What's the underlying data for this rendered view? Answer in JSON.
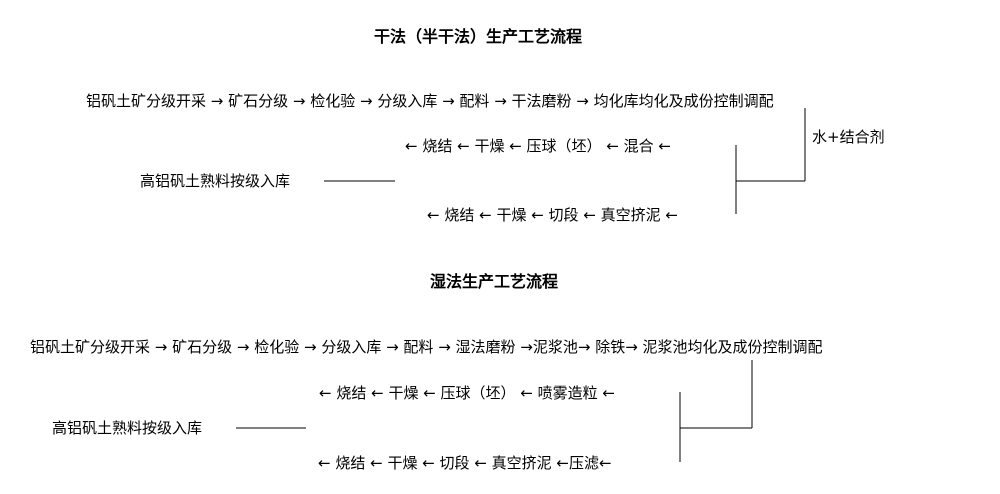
{
  "dry": {
    "title": "干法（半干法）生产工艺流程",
    "main_row": "铝矾土矿分级开采 → 矿石分级 → 检化验 → 分级入库 → 配料 → 干法磨粉 → 均化库均化及成份控制调配",
    "binder": "水+结合剂",
    "upper_branch": "← 烧结 ← 干燥 ← 压球（坯） ← 混合 ←",
    "lower_branch": "← 烧结 ← 干燥 ← 切段 ← 真空挤泥 ←",
    "storage": "高铝矾土熟料按级入库"
  },
  "wet": {
    "title": "湿法生产工艺流程",
    "main_row": "铝矾土矿分级开采 → 矿石分级 → 检化验 → 分级入库 → 配料 → 湿法磨粉 →泥浆池→ 除铁→  泥浆池均化及成份控制调配",
    "upper_branch": "← 烧结 ← 干燥 ← 压球（坯） ← 喷雾造粒 ←",
    "lower_branch": "← 烧结 ← 干燥 ← 切段 ← 真空挤泥 ←压滤←",
    "storage": "高铝矾土熟料按级入库"
  }
}
